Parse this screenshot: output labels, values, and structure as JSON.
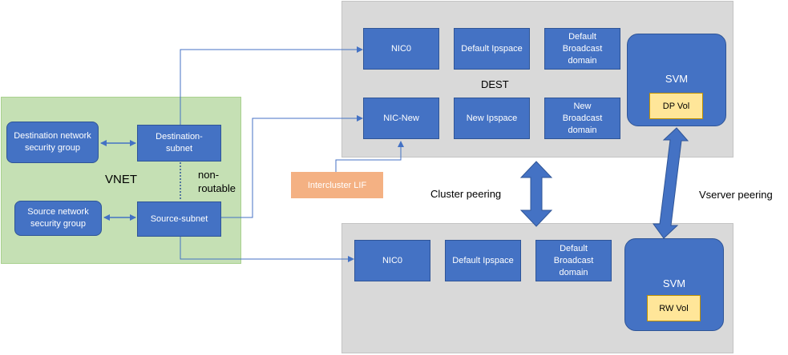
{
  "dest_panel": {
    "title": "DEST",
    "nic0": "NIC0",
    "default_ipspace": "Default Ipspace",
    "default_broadcast": "Default\nBroadcast\ndomain",
    "nic_new": "NIC-New",
    "new_ipspace": "New Ipspace",
    "new_broadcast": "New\nBroadcast\ndomain",
    "svm_label": "SVM",
    "volume": "DP Vol"
  },
  "source_panel": {
    "nic0": "NIC0",
    "default_ipspace": "Default Ipspace",
    "default_broadcast": "Default\nBroadcast\ndomain",
    "svm_label": "SVM",
    "volume": "RW Vol"
  },
  "vnet": {
    "title": "VNET",
    "destination_nsg": "Destination network\nsecurity group",
    "destination_subnet": "Destination-\nsubnet",
    "source_nsg": "Source network\nsecurity group",
    "source_subnet": "Source-subnet",
    "non_routable": "non-\nroutable"
  },
  "intercluster_lif": "Intercluster LIF",
  "cluster_peering": "Cluster peering",
  "vserver_peering": "Vserver peering",
  "colors": {
    "node_blue": "#4472c4",
    "panel_gray": "#d9d9d9",
    "panel_green": "#c5e0b4",
    "lif_orange": "#f4b183",
    "volume_yellow": "#ffe699"
  }
}
